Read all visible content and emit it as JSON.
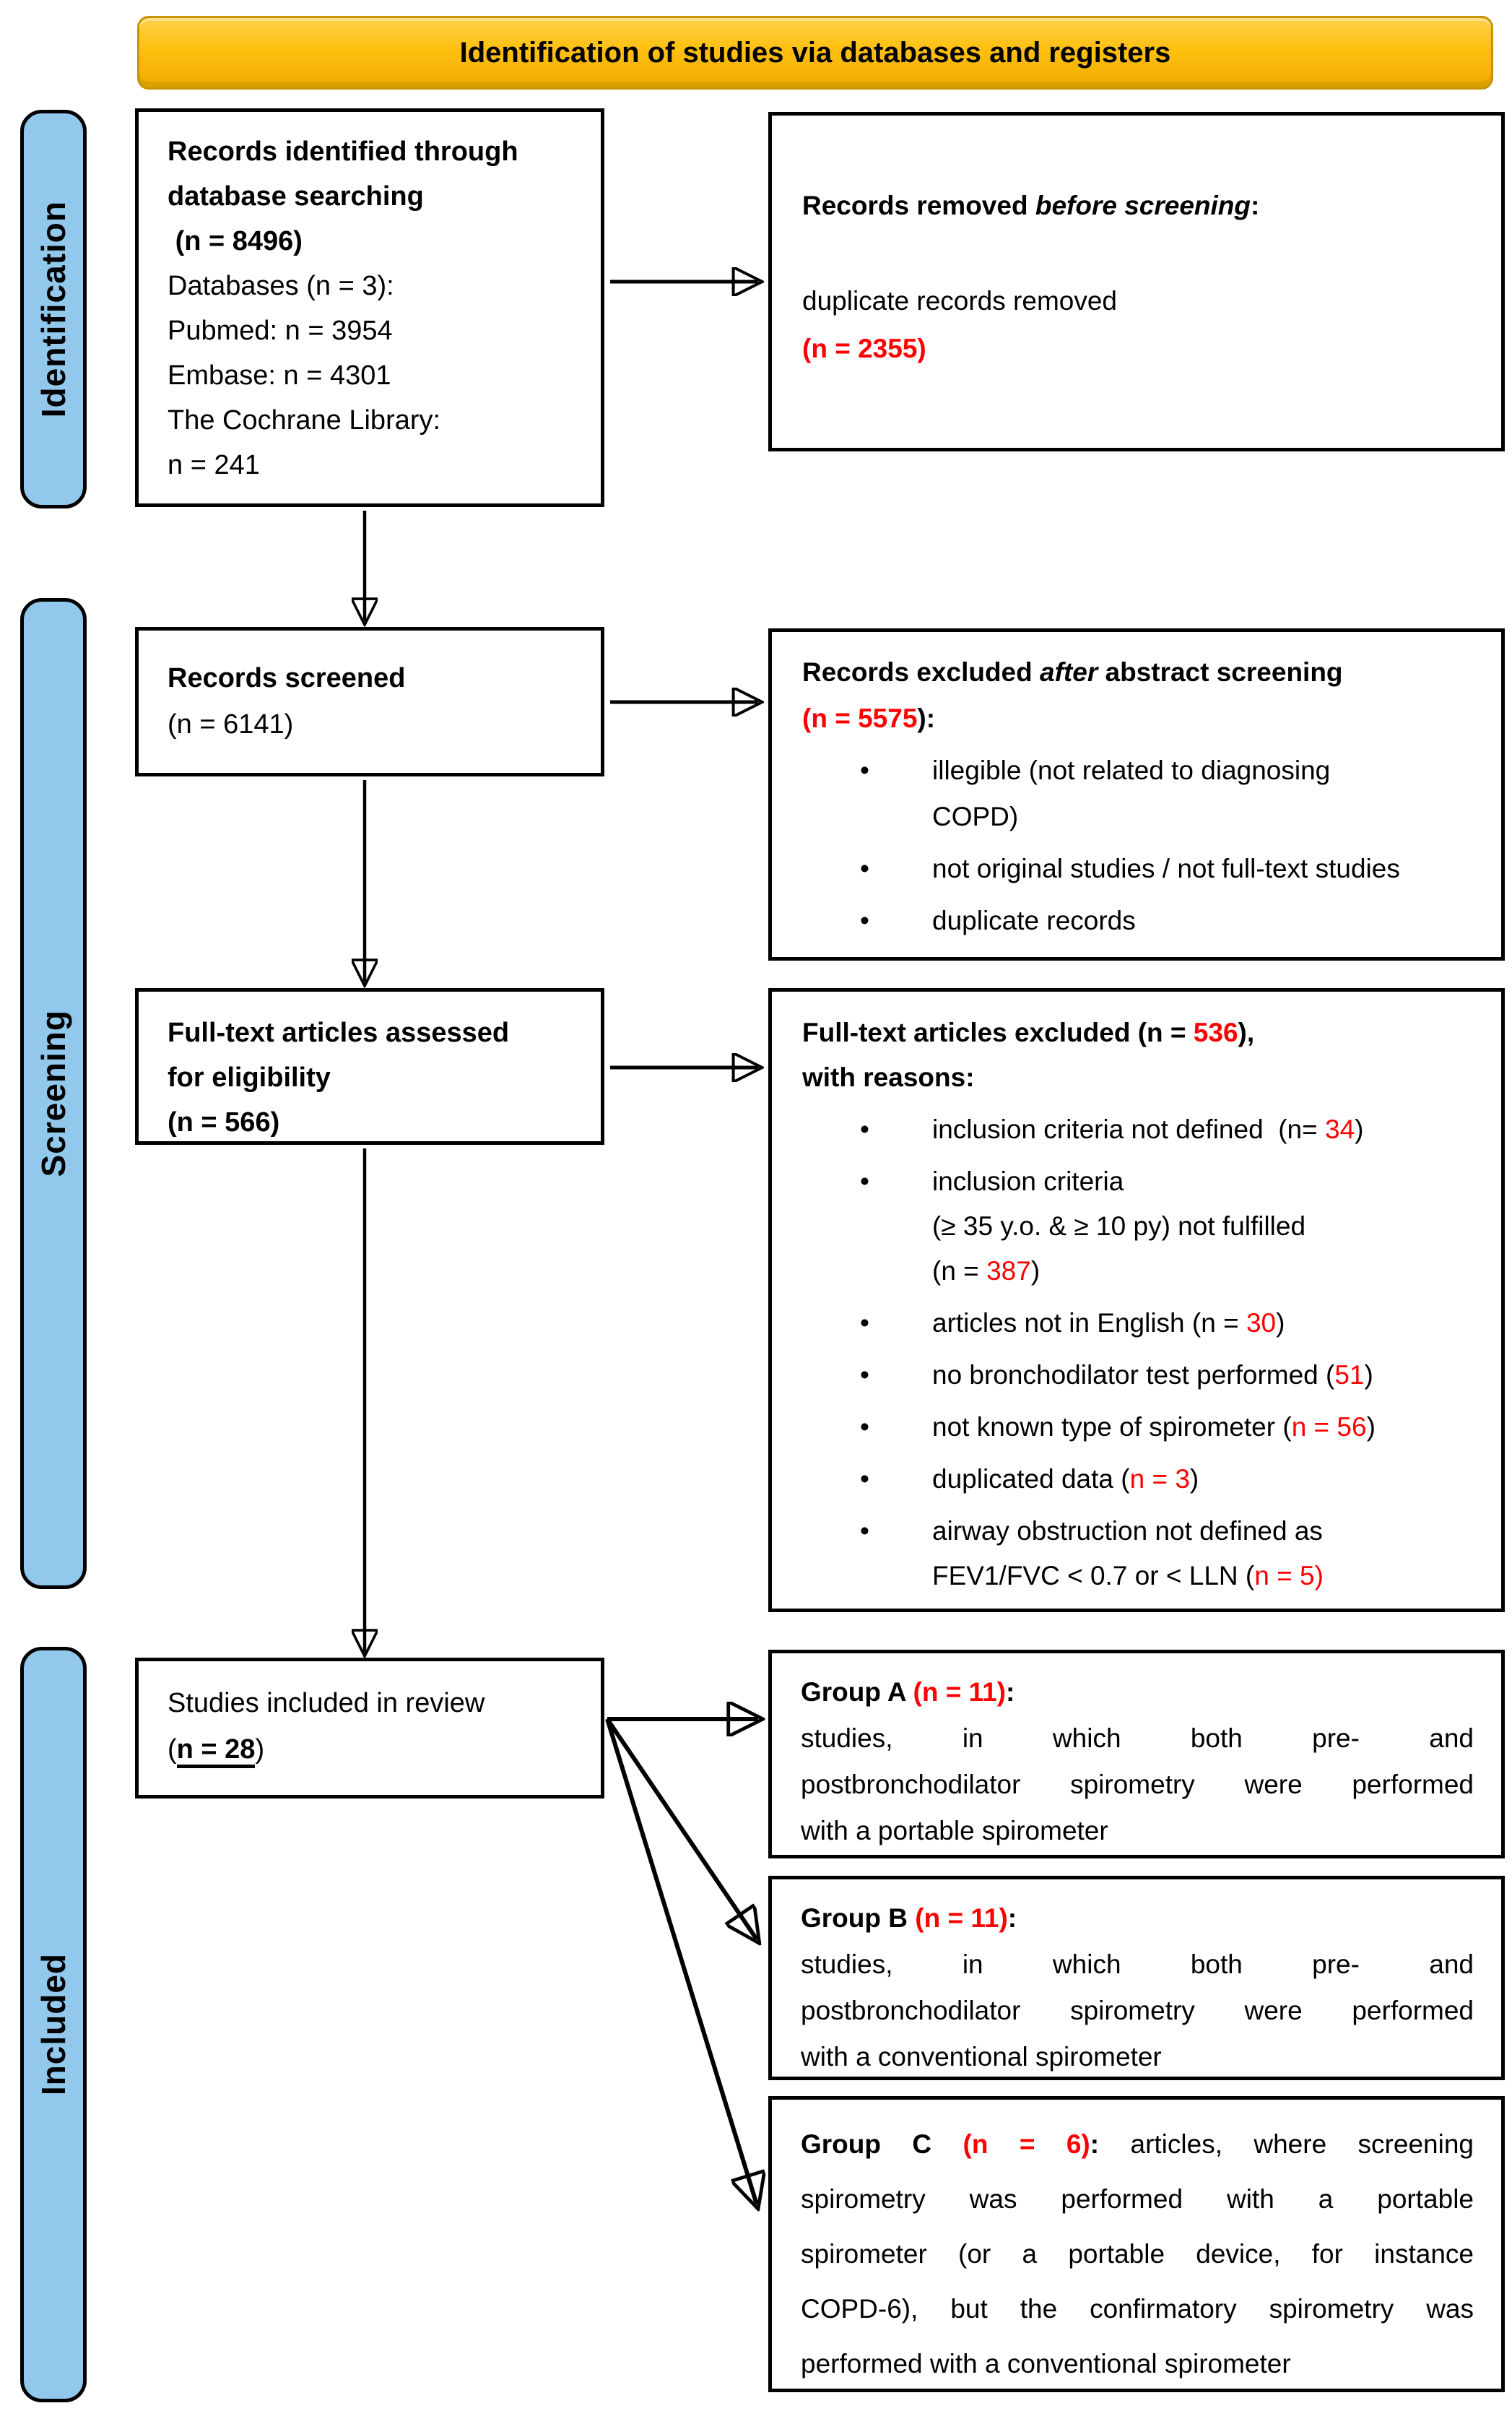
{
  "banner": {
    "title": "Identification of studies via databases and registers"
  },
  "sidebar": {
    "items": [
      {
        "label": "Identification"
      },
      {
        "label": "Screening"
      },
      {
        "label": "Included"
      }
    ]
  },
  "colors": {
    "banner_fill": "#FFC010",
    "banner_border": "#C89300",
    "sidebar_fill": "#92C8EC",
    "red": "#FF0000",
    "box_border": "#000000"
  },
  "boxes": {
    "records_identified": {
      "lines": [
        {
          "seg": [
            {
              "t": "Records identified through",
              "f": "b"
            }
          ]
        },
        {
          "seg": [
            {
              "t": "database searching",
              "f": "b"
            }
          ]
        },
        {
          "seg": [
            {
              "t": " (n = 8496)",
              "f": "b"
            }
          ]
        },
        {
          "seg": [
            {
              "t": "Databases (n = 3):"
            }
          ]
        },
        {
          "seg": [
            {
              "t": "Pubmed: n = 3954"
            }
          ]
        },
        {
          "seg": [
            {
              "t": "Embase: n = 4301"
            }
          ]
        },
        {
          "seg": [
            {
              "t": "The Cochrane Library:"
            }
          ]
        },
        {
          "seg": [
            {
              "t": "n = 241"
            }
          ]
        }
      ]
    },
    "records_removed": {
      "lines": [
        {
          "seg": [
            {
              "t": "Records removed ",
              "f": "b"
            },
            {
              "t": "before screening",
              "f": "bi"
            },
            {
              "t": ":",
              "f": "b"
            }
          ]
        },
        {
          "seg": []
        },
        {
          "seg": [
            {
              "t": "duplicate records removed"
            }
          ]
        },
        {
          "seg": [
            {
              "t": "(n = 2355)",
              "f": "br"
            }
          ]
        }
      ]
    },
    "records_screened": {
      "lines": [
        {
          "seg": [
            {
              "t": "Records screened",
              "f": "b"
            }
          ]
        },
        {
          "seg": [
            {
              "t": "(n = 6141)"
            }
          ]
        }
      ]
    },
    "records_excluded": {
      "lines": [
        {
          "seg": [
            {
              "t": "Records excluded ",
              "f": "b"
            },
            {
              "t": "after",
              "f": "bi"
            },
            {
              "t": " abstract screening",
              "f": "b"
            }
          ]
        },
        {
          "seg": [
            {
              "t": "(n = 5575",
              "f": "br"
            },
            {
              "t": "):",
              "f": "b"
            }
          ]
        },
        {
          "bullet": true,
          "seg": [
            {
              "t": "illegible (not related to diagnosing"
            }
          ]
        },
        {
          "cont": true,
          "seg": [
            {
              "t": "COPD)"
            }
          ]
        },
        {
          "bullet": true,
          "seg": [
            {
              "t": "not original studies / not full-text studies"
            }
          ]
        },
        {
          "bullet": true,
          "seg": [
            {
              "t": "duplicate records"
            }
          ]
        }
      ]
    },
    "fulltext_assessed": {
      "lines": [
        {
          "seg": [
            {
              "t": "Full-text articles assessed",
              "f": "b"
            }
          ]
        },
        {
          "seg": [
            {
              "t": "for eligibility",
              "f": "b"
            }
          ]
        },
        {
          "seg": [
            {
              "t": "(n = 566)",
              "f": "b"
            }
          ]
        }
      ]
    },
    "fulltext_excluded": {
      "lines": [
        {
          "seg": [
            {
              "t": "Full-text articles excluded (n = ",
              "f": "b"
            },
            {
              "t": "536",
              "f": "br"
            },
            {
              "t": "),",
              "f": "b"
            }
          ]
        },
        {
          "seg": [
            {
              "t": "with reasons",
              "f": "b"
            },
            {
              "t": ":",
              "f": "b"
            }
          ]
        },
        {
          "bullet": true,
          "seg": [
            {
              "t": "inclusion criteria not defined  (n= "
            },
            {
              "t": "34",
              "f": "r"
            },
            {
              "t": ")"
            }
          ]
        },
        {
          "bullet": true,
          "seg": [
            {
              "t": "inclusion criteria"
            }
          ]
        },
        {
          "cont": true,
          "seg": [
            {
              "t": "(≥ 35 y.o. & ≥ 10 py) not fulfilled"
            }
          ]
        },
        {
          "cont": true,
          "seg": [
            {
              "t": "(n = "
            },
            {
              "t": "387",
              "f": "r"
            },
            {
              "t": ")"
            }
          ]
        },
        {
          "bullet": true,
          "seg": [
            {
              "t": "articles not in English (n = "
            },
            {
              "t": "30",
              "f": "r"
            },
            {
              "t": ")"
            }
          ]
        },
        {
          "bullet": true,
          "seg": [
            {
              "t": "no bronchodilator test performed ("
            },
            {
              "t": "51",
              "f": "r"
            },
            {
              "t": ")"
            }
          ]
        },
        {
          "bullet": true,
          "seg": [
            {
              "t": "not known type of spirometer ("
            },
            {
              "t": "n = 56",
              "f": "r"
            },
            {
              "t": ")"
            }
          ]
        },
        {
          "bullet": true,
          "seg": [
            {
              "t": "duplicated data ("
            },
            {
              "t": "n = 3",
              "f": "r"
            },
            {
              "t": ")"
            }
          ]
        },
        {
          "bullet": true,
          "seg": [
            {
              "t": "airway obstruction not defined as"
            }
          ]
        },
        {
          "cont": true,
          "seg": [
            {
              "t": "FEV1/FVC < 0.7 or < LLN ("
            },
            {
              "t": "n = 5)",
              "f": "r"
            }
          ]
        }
      ]
    },
    "studies_included": {
      "lines": [
        {
          "seg": [
            {
              "t": "Studies included in review"
            }
          ]
        },
        {
          "seg": [
            {
              "t": "("
            },
            {
              "t": "n = 28",
              "f": "bu"
            },
            {
              "t": ")"
            }
          ]
        }
      ]
    },
    "group_a": {
      "lines": [
        {
          "seg": [
            {
              "t": "Group A ",
              "f": "b"
            },
            {
              "t": "(n = 11)",
              "f": "br"
            },
            {
              "t": ":",
              "f": "b"
            }
          ]
        },
        {
          "j": true,
          "seg": [
            {
              "t": "studies, in which both pre- and"
            }
          ]
        },
        {
          "j": true,
          "seg": [
            {
              "t": "postbronchodilator spirometry were performed"
            }
          ]
        },
        {
          "seg": [
            {
              "t": "with a portable spirometer"
            }
          ]
        }
      ]
    },
    "group_b": {
      "lines": [
        {
          "seg": [
            {
              "t": "Group B ",
              "f": "b"
            },
            {
              "t": "(n = 11)",
              "f": "br"
            },
            {
              "t": ":",
              "f": "b"
            }
          ]
        },
        {
          "j": true,
          "seg": [
            {
              "t": "studies, in which both pre- and"
            }
          ]
        },
        {
          "j": true,
          "seg": [
            {
              "t": "postbronchodilator spirometry were performed"
            }
          ]
        },
        {
          "seg": [
            {
              "t": "with a conventional spirometer"
            }
          ]
        }
      ]
    },
    "group_c": {
      "lines": [
        {
          "j": true,
          "seg": [
            {
              "t": "Group C ",
              "f": "b"
            },
            {
              "t": "(n = 6)",
              "f": "br"
            },
            {
              "t": ": ",
              "f": "b"
            },
            {
              "t": "articles, where screening"
            }
          ]
        },
        {
          "j": true,
          "seg": [
            {
              "t": "spirometry was performed with a portable"
            }
          ]
        },
        {
          "j": true,
          "seg": [
            {
              "t": "spirometer (or a portable device, for instance"
            }
          ]
        },
        {
          "j": true,
          "seg": [
            {
              "t": "COPD-6), but the confirmatory spirometry was"
            }
          ]
        },
        {
          "seg": [
            {
              "t": "performed with a conventional spirometer"
            }
          ]
        }
      ]
    }
  }
}
